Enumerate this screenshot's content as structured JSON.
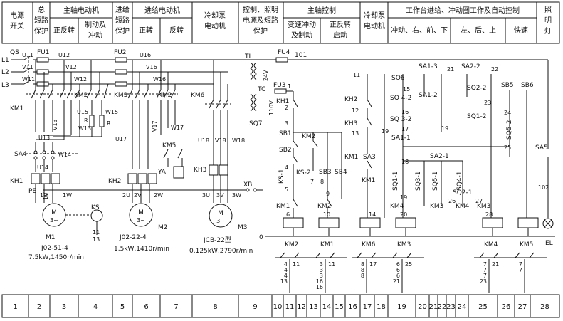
{
  "header": {
    "cols": [
      {
        "lines": [
          "电源",
          "开关"
        ]
      },
      {
        "lines": [
          "总",
          "短路",
          "保护"
        ]
      },
      {
        "group": "主轴电动机",
        "subs": [
          [
            "正反转"
          ],
          [
            "制动及",
            "冲动"
          ]
        ]
      },
      {
        "lines": [
          "进给",
          "短路",
          "保护"
        ]
      },
      {
        "group": "进给电动机",
        "subs": [
          [
            "正转"
          ],
          [
            "反转"
          ]
        ]
      },
      {
        "lines": [
          "冷却泵",
          "电动机"
        ]
      },
      {
        "lines": [
          "控制、照明",
          "电源及短路",
          "保护"
        ]
      },
      {
        "group": "主轴控制",
        "subs": [
          [
            "变速冲动",
            "及制动"
          ],
          [
            "正反转",
            "启动"
          ]
        ]
      },
      {
        "lines": [
          "冷却泵",
          "电动机"
        ]
      },
      {
        "group": "工作台进给、冲动圈工作及自动控制",
        "subs": [
          [
            "冲动、右、前、下"
          ],
          [
            "左、后、上"
          ],
          [
            "快速"
          ]
        ]
      },
      {
        "lines": [
          "照",
          "明",
          "灯"
        ]
      }
    ]
  },
  "footer": {
    "numbers": [
      "1",
      "2",
      "3",
      "4",
      "5",
      "6",
      "7",
      "8",
      "9",
      "10",
      "11",
      "12",
      "13",
      "14",
      "15",
      "16",
      "17",
      "18",
      "19",
      "20",
      "21",
      "22",
      "23",
      "24",
      "25",
      "26",
      "27",
      "28"
    ]
  },
  "power": {
    "qs": "QS",
    "lines": [
      "L1",
      "L2",
      "L3"
    ],
    "pe": "PE",
    "fu1": "FU1",
    "fu2": "FU2",
    "fu4": "FU4",
    "fu3": "FU3",
    "wires_a": [
      "U11",
      "V11",
      "W11"
    ],
    "wires_b": [
      "U12",
      "V12",
      "W12"
    ],
    "wires_c": [
      "U16",
      "V16",
      "W16"
    ],
    "wires_d": [
      "U13",
      "W14",
      "U14"
    ],
    "wires_e": [
      "U15",
      "W15",
      "W13",
      "R",
      "R"
    ],
    "wires_f": [
      "V17",
      "U17",
      "W17"
    ],
    "wires_g": [
      "U18",
      "V18",
      "W18"
    ],
    "v13": "V13",
    "sa4": "SA4",
    "km1": "KM1",
    "km2": "KM2",
    "km3": "KM3",
    "km5": "KM5",
    "km6": "KM6",
    "kh1": "KH1",
    "kh2": "KH2",
    "kh3": "KH3",
    "ya": "YA",
    "xb": "XB"
  },
  "motors": [
    {
      "id": "M1",
      "sym": "M",
      "phase": "3~",
      "terms": [
        "1U",
        "1V",
        "1W"
      ],
      "model": "J02-51-4",
      "spec": "7.5kW,1450r/min"
    },
    {
      "id": "M2",
      "sym": "M",
      "phase": "3~",
      "terms": [
        "2U",
        "2V",
        "2W"
      ],
      "model": "J02-22-4",
      "spec": "1.5kW,1410r/min"
    },
    {
      "id": "M3",
      "sym": "M",
      "phase": "3~",
      "terms": [
        "3U",
        "3V",
        "3W"
      ],
      "model": "JCB-22型",
      "spec": "0.125kW,2790r/min"
    }
  ],
  "ks": {
    "label": "KS",
    "n1": "11",
    "n2": "13"
  },
  "control": {
    "tl": "TL",
    "tc": "TC",
    "v24": "24V",
    "v110": "110V",
    "n101": "101",
    "n0": "0",
    "n1": "1",
    "n2": "2",
    "n3": "3",
    "n4": "4",
    "n5": "5",
    "n6": "6",
    "n7": "7",
    "n8": "8",
    "n9": "9",
    "n10": "10",
    "n11": "11",
    "n12": "12",
    "n13": "13",
    "n14": "14",
    "n15": "15",
    "n16": "16",
    "n17": "17",
    "n18": "18",
    "n19": "19",
    "n19b": "19",
    "n20": "20",
    "n21": "21",
    "n22": "22",
    "n23": "23",
    "n24": "24",
    "n25": "25",
    "n26": "26",
    "n27": "27",
    "n28": "28",
    "n102": "102",
    "sq7": "SQ7",
    "kh1c": "KH1",
    "kh2c": "KH2",
    "kh3c": "KH3",
    "sb1": "SB1",
    "sb2": "SB2",
    "sb3": "SB3",
    "sb4": "SB4",
    "sb5": "SB5",
    "sb6": "SB6",
    "km2c": "KM2",
    "km1c": "KM1",
    "km1d": "KM1",
    "km2d": "KM2",
    "ks1": "KS-1",
    "ks2": "KS-2",
    "sa3": "SA3",
    "sa5": "SA5",
    "sq6": "SQ6",
    "sq4_2": "SQ 4-2",
    "sq3_2": "SQ 3-2",
    "sa1_3": "SA1-3",
    "sa1_2": "SA1-2",
    "sa1_1": "SA1-1",
    "sa2_2": "SA2-2",
    "sa2_1": "SA2-1",
    "sq2_2": "SQ2-2",
    "sq1_2": "SQ1-2",
    "sq5_2": "SQ5-2",
    "sq1_1": "SQ1-1",
    "sq3_1": "SQ3-1",
    "sq5_1": "SQ5-1",
    "sq4_1": "SQ4-1",
    "sq2_1": "SQ2-1",
    "km4a": "KM4",
    "km3a": "KM3",
    "km4b": "KM4",
    "km3b": "KM3",
    "el": "EL"
  },
  "coils": [
    {
      "label": "KM2",
      "refs": [
        [
          "4",
          "4",
          "4",
          "13"
        ],
        [
          "11"
        ]
      ]
    },
    {
      "label": "KM1",
      "refs": [
        [
          "3",
          "3",
          "3",
          "16",
          "16"
        ],
        [
          "11"
        ]
      ]
    },
    {
      "label": "KM6",
      "refs": [
        [
          "8",
          "8",
          "8"
        ],
        [
          "17"
        ]
      ]
    },
    {
      "label": "KM3",
      "refs": [
        [
          "6",
          "6",
          "6",
          "21"
        ],
        [
          "25"
        ]
      ]
    },
    {
      "label": "KM4",
      "refs": [
        [
          "7",
          "7",
          "7",
          "23"
        ],
        [
          "21"
        ]
      ]
    },
    {
      "label": "KM5",
      "refs": [
        [
          "7",
          "7"
        ],
        [
          ""
        ]
      ]
    }
  ]
}
